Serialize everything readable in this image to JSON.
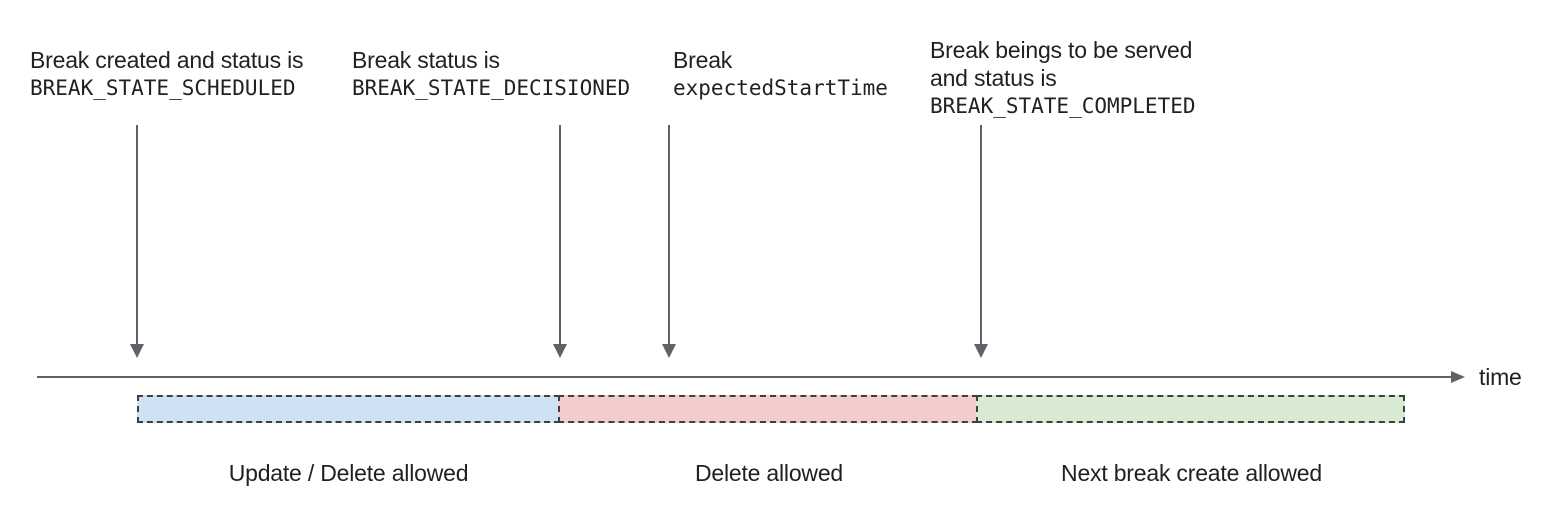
{
  "colors": {
    "line": "#5f6368",
    "segment_border": "#3c4043",
    "text": "#202124"
  },
  "annotations": [
    {
      "line1": "Break created and status is",
      "code": "BREAK_STATE_SCHEDULED"
    },
    {
      "line1": "Break status is",
      "code": "BREAK_STATE_DECISIONED"
    },
    {
      "line1": "Break",
      "code": "expectedStartTime"
    },
    {
      "line1": "Break beings to be served",
      "line2": "and status is",
      "code": "BREAK_STATE_COMPLETED"
    }
  ],
  "timeline": {
    "axis_label": "time"
  },
  "segments": [
    {
      "label": "Update / Delete allowed",
      "color": "#cfe2f3"
    },
    {
      "label": "Delete allowed",
      "color": "#f4cccc"
    },
    {
      "label": "Next break create allowed",
      "color": "#d9ead3"
    }
  ]
}
